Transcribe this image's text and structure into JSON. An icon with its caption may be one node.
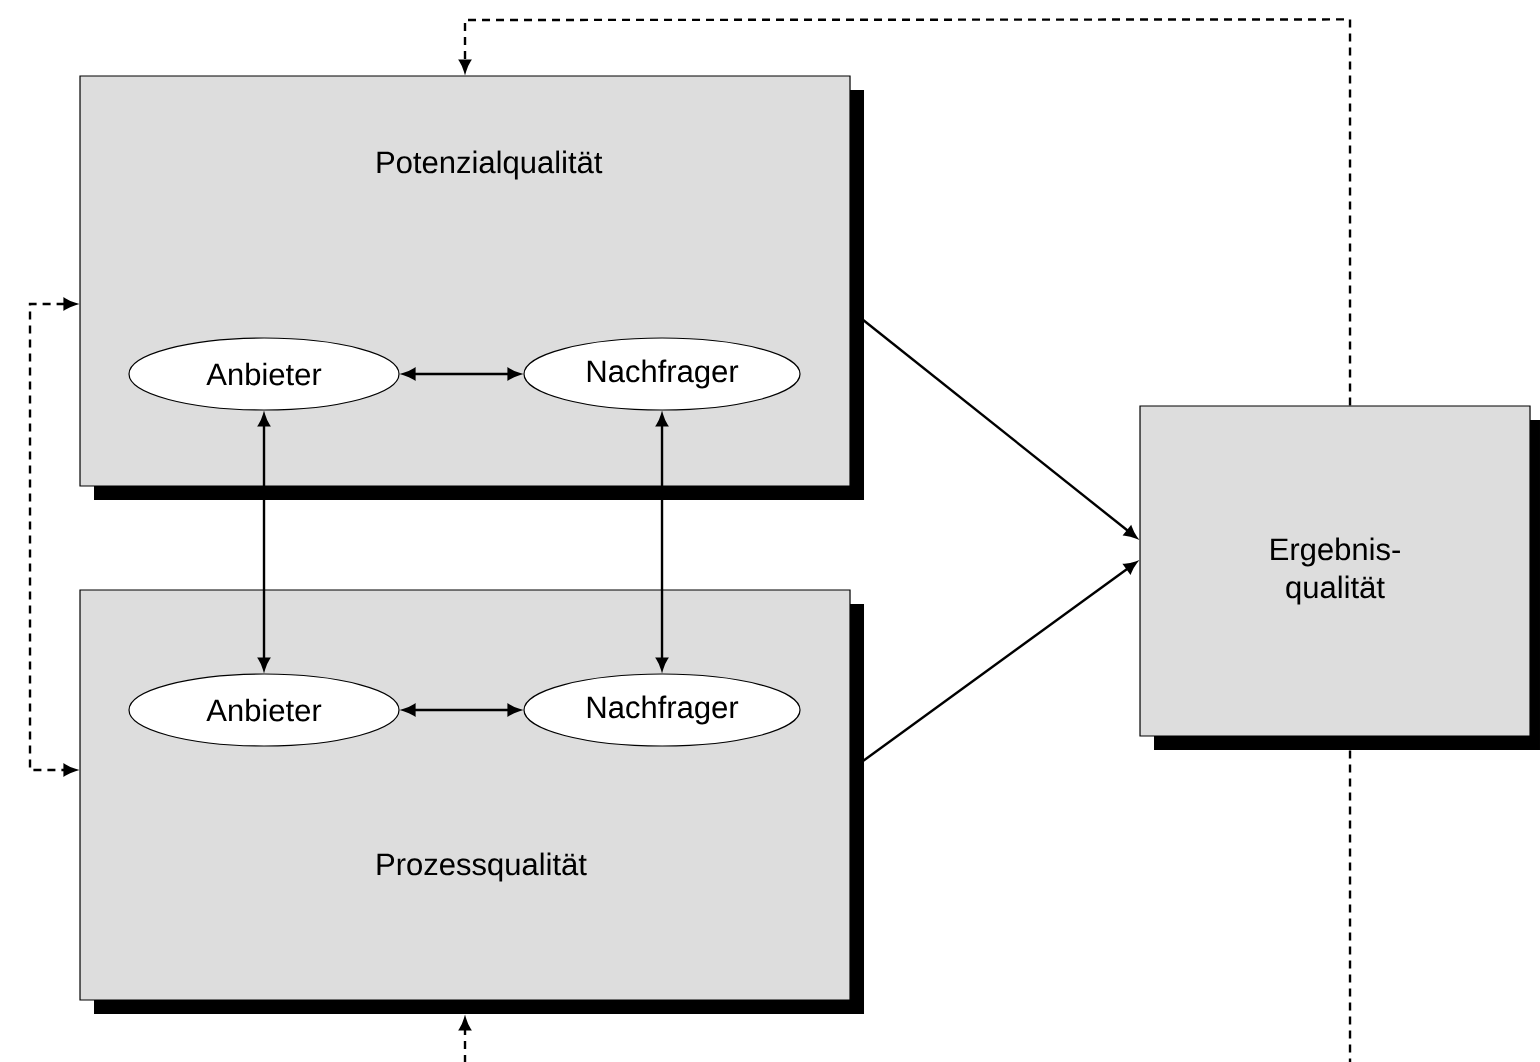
{
  "diagram": {
    "nodes": [
      {
        "text": [
          "Potenzialqualität"
        ]
      },
      {
        "text": [
          "Anbieter"
        ],
        "in": 0
      },
      {
        "text": [
          "Nachfrager"
        ],
        "in": 0
      },
      {
        "text": [
          "Prozessqualität"
        ]
      },
      {
        "text": [
          "Anbieter"
        ],
        "in": 3
      },
      {
        "text": [
          "Nachfrager"
        ],
        "in": 3
      },
      {
        "text": [
          "Ergebnis- qualität"
        ]
      }
    ],
    "edges": [
      {
        "from": 1,
        "to": 2,
        "arrow": "both"
      },
      {
        "from": 4,
        "to": 5,
        "arrow": "both"
      },
      {
        "from": 1,
        "to": 4,
        "arrow": "both"
      },
      {
        "from": 2,
        "to": 5,
        "arrow": "both"
      },
      {
        "from": 0,
        "to": 6,
        "arrow": "to"
      },
      {
        "from": 3,
        "to": 6,
        "arrow": "to"
      },
      {
        "from": 6,
        "to": 0,
        "arrow": "to",
        "style": "dashed"
      },
      {
        "from": 6,
        "to": 3,
        "arrow": "to",
        "style": "dashed"
      },
      {
        "from": 0,
        "to": 3,
        "arrow": "both",
        "style": "dashed"
      }
    ]
  }
}
